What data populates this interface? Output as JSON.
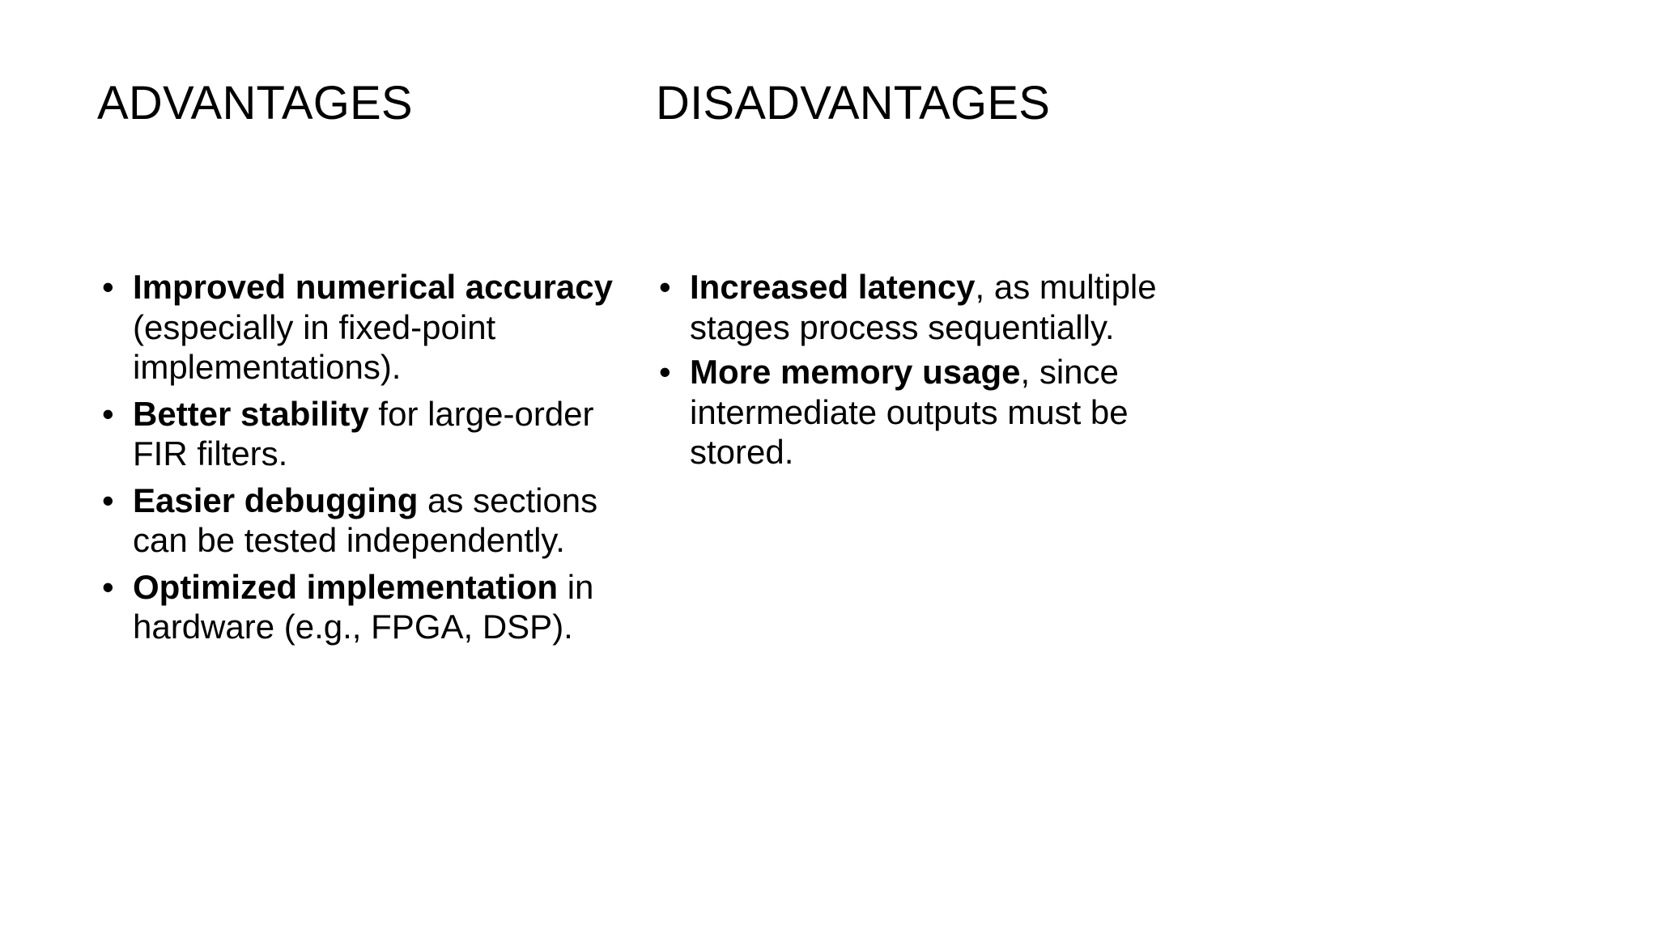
{
  "slide": {
    "background_color": "#ffffff",
    "text_color": "#000000",
    "bullet_glyph": "•"
  },
  "columns": {
    "left": {
      "title": "ADVANTAGES",
      "bullets": [
        {
          "lead": " Improved numerical accuracy",
          "rest": " (especially in fixed-point implementations)."
        },
        {
          "lead": "Better stability",
          "rest": " for large-order FIR filters."
        },
        {
          "lead": "Easier debugging",
          "rest": " as sections can be tested independently."
        },
        {
          "lead": "Optimized implementation",
          "rest": " in hardware (e.g., FPGA, DSP)."
        }
      ]
    },
    "right": {
      "title": "DISADVANTAGES",
      "bullets": [
        {
          "lead": " Increased latency",
          "rest": ", as multiple stages process sequentially."
        },
        {
          "lead": "More memory usage",
          "rest": ", since intermediate outputs must be stored."
        }
      ]
    }
  }
}
